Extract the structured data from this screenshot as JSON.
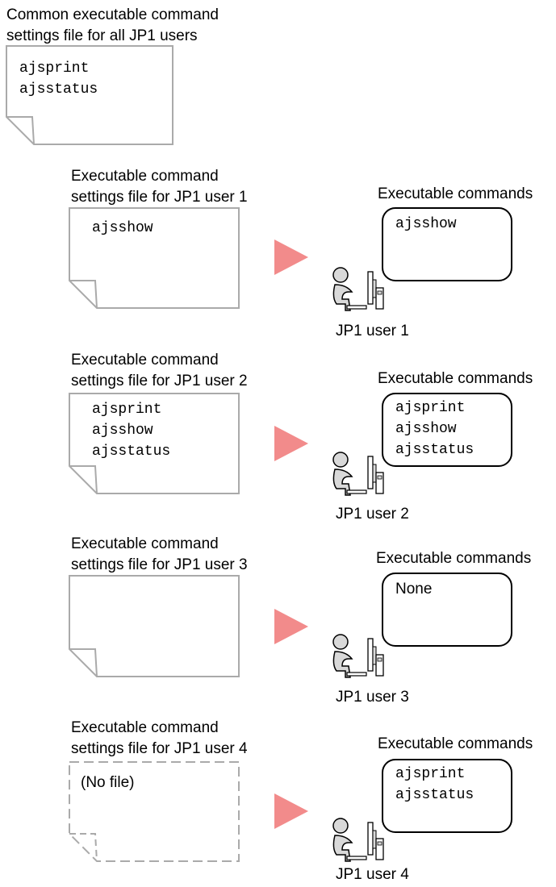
{
  "common_file": {
    "caption_lines": [
      "Common executable command",
      "settings file for all JP1 users"
    ],
    "commands": [
      "ajsprint",
      "ajsstatus"
    ]
  },
  "rows": [
    {
      "file_caption_lines": [
        "Executable command",
        "settings file for JP1 user 1"
      ],
      "file_content": [
        "ajsshow"
      ],
      "file_exists": true,
      "result_title": "Executable commands",
      "result_lines": [
        "ajsshow"
      ],
      "user_label": "JP1 user 1"
    },
    {
      "file_caption_lines": [
        "Executable command",
        "settings file for JP1 user 2"
      ],
      "file_content": [
        "ajsprint",
        "ajsshow",
        "ajsstatus"
      ],
      "file_exists": true,
      "result_title": "Executable commands",
      "result_lines": [
        "ajsprint",
        "ajsshow",
        "ajsstatus"
      ],
      "user_label": "JP1 user 2"
    },
    {
      "file_caption_lines": [
        "Executable command",
        "settings file for JP1 user 3"
      ],
      "file_content": [],
      "file_exists": true,
      "result_title": "Executable commands",
      "result_text": "None",
      "user_label": "JP1 user 3"
    },
    {
      "file_caption_lines": [
        "Executable command",
        "settings file for JP1 user 4"
      ],
      "file_note": "(No file)",
      "file_exists": false,
      "result_title": "Executable commands",
      "result_lines": [
        "ajsprint",
        "ajsstatus"
      ],
      "user_label": "JP1 user 4"
    }
  ],
  "colors": {
    "file_border": "#aaaaaa",
    "bubble_border": "#000000",
    "arrow": "#f28b8b",
    "person_fill": "#d9d9d9"
  },
  "icons": {
    "arrow": "arrow-right-icon",
    "user": "user-at-computer-icon"
  }
}
